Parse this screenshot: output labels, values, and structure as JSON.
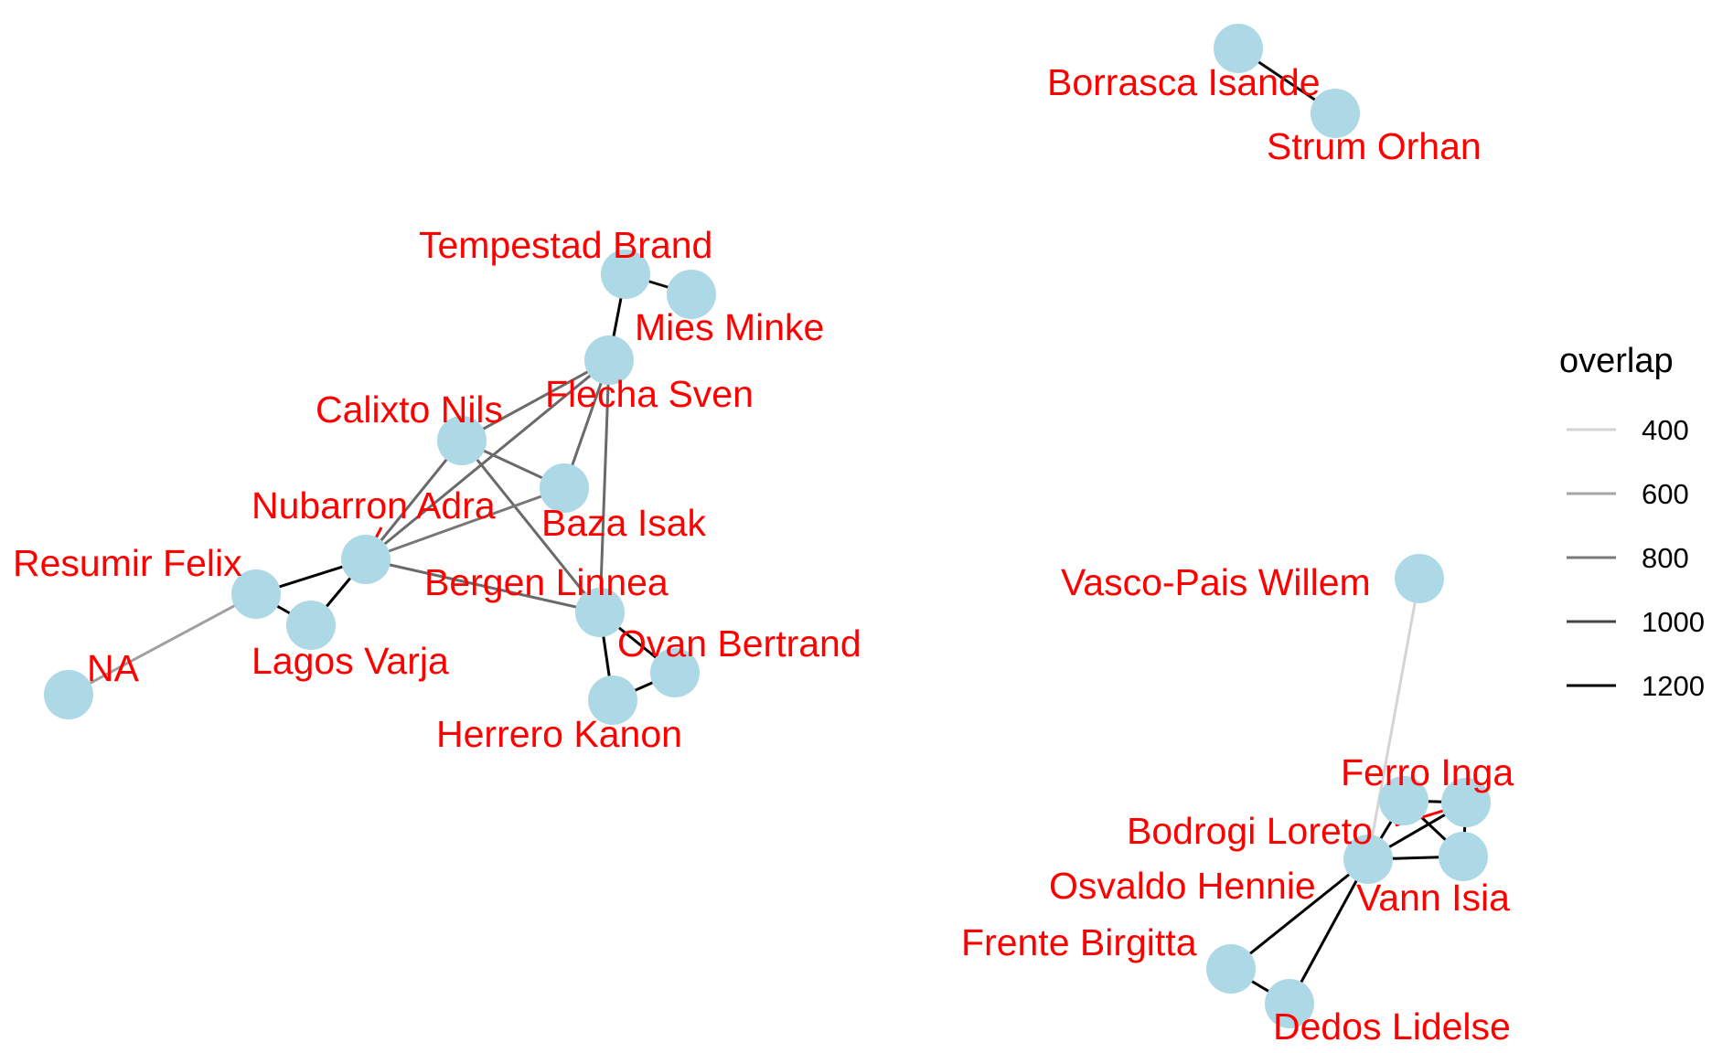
{
  "diagram": {
    "node_color": "#add8e6",
    "label_color": "#ff0000",
    "nodes": [
      {
        "id": "borrasca",
        "label": "Borrasca Isande"
      },
      {
        "id": "strum",
        "label": "Strum Orhan"
      },
      {
        "id": "tempestad",
        "label": "Tempestad Brand"
      },
      {
        "id": "mies",
        "label": "Mies Minke"
      },
      {
        "id": "flecha",
        "label": "Flecha Sven"
      },
      {
        "id": "calixto",
        "label": "Calixto Nils"
      },
      {
        "id": "baza",
        "label": "Baza Isak"
      },
      {
        "id": "nubarron",
        "label": "Nubarron Adra"
      },
      {
        "id": "resumir",
        "label": "Resumir Felix"
      },
      {
        "id": "lagos",
        "label": "Lagos Varja"
      },
      {
        "id": "bergen",
        "label": "Bergen Linnea"
      },
      {
        "id": "ovan",
        "label": "Ovan Bertrand"
      },
      {
        "id": "herrero",
        "label": "Herrero Kanon"
      },
      {
        "id": "na",
        "label": "NA"
      },
      {
        "id": "vasco",
        "label": "Vasco-Pais Willem"
      },
      {
        "id": "ferro",
        "label": "Ferro Inga"
      },
      {
        "id": "bodrogi",
        "label": "Bodrogi Loreto"
      },
      {
        "id": "osvaldo",
        "label": "Osvaldo Hennie"
      },
      {
        "id": "vann",
        "label": "Vann Isia"
      },
      {
        "id": "frente",
        "label": "Frente Birgitta"
      },
      {
        "id": "dedos",
        "label": "Dedos Lidelse"
      }
    ],
    "edges": [
      {
        "source": "borrasca",
        "target": "strum",
        "overlap": 1150
      },
      {
        "source": "tempestad",
        "target": "mies",
        "overlap": 1150
      },
      {
        "source": "tempestad",
        "target": "flecha",
        "overlap": 1200
      },
      {
        "source": "flecha",
        "target": "calixto",
        "overlap": 800
      },
      {
        "source": "flecha",
        "target": "baza",
        "overlap": 800
      },
      {
        "source": "flecha",
        "target": "nubarron",
        "overlap": 800
      },
      {
        "source": "flecha",
        "target": "bergen",
        "overlap": 800
      },
      {
        "source": "calixto",
        "target": "baza",
        "overlap": 800
      },
      {
        "source": "calixto",
        "target": "nubarron",
        "overlap": 800
      },
      {
        "source": "calixto",
        "target": "bergen",
        "overlap": 800
      },
      {
        "source": "baza",
        "target": "nubarron",
        "overlap": 750
      },
      {
        "source": "nubarron",
        "target": "bergen",
        "overlap": 800
      },
      {
        "source": "nubarron",
        "target": "resumir",
        "overlap": 1200
      },
      {
        "source": "nubarron",
        "target": "lagos",
        "overlap": 1200
      },
      {
        "source": "resumir",
        "target": "lagos",
        "overlap": 1200
      },
      {
        "source": "resumir",
        "target": "na",
        "overlap": 600
      },
      {
        "source": "bergen",
        "target": "ovan",
        "overlap": 1200
      },
      {
        "source": "bergen",
        "target": "herrero",
        "overlap": 1200
      },
      {
        "source": "ovan",
        "target": "herrero",
        "overlap": 1200
      },
      {
        "source": "vasco",
        "target": "osvaldo",
        "overlap": 400
      },
      {
        "source": "ferro",
        "target": "bodrogi",
        "overlap": 1200
      },
      {
        "source": "ferro",
        "target": "vann",
        "overlap": 1200
      },
      {
        "source": "bodrogi",
        "target": "osvaldo",
        "overlap": 1200
      },
      {
        "source": "bodrogi",
        "target": "vann",
        "overlap": 1200
      },
      {
        "source": "ferro",
        "target": "osvaldo",
        "overlap": 1200
      },
      {
        "source": "osvaldo",
        "target": "vann",
        "overlap": 1200
      },
      {
        "source": "osvaldo",
        "target": "frente",
        "overlap": 1200
      },
      {
        "source": "osvaldo",
        "target": "dedos",
        "overlap": 1200
      },
      {
        "source": "frente",
        "target": "dedos",
        "overlap": 1200
      }
    ]
  },
  "legend": {
    "title": "overlap",
    "items": [
      {
        "label": "400",
        "color": "#d4d4d4"
      },
      {
        "label": "600",
        "color": "#a6a6a6"
      },
      {
        "label": "800",
        "color": "#7a7a7a"
      },
      {
        "label": "1000",
        "color": "#444444"
      },
      {
        "label": "1200",
        "color": "#000000"
      }
    ]
  }
}
